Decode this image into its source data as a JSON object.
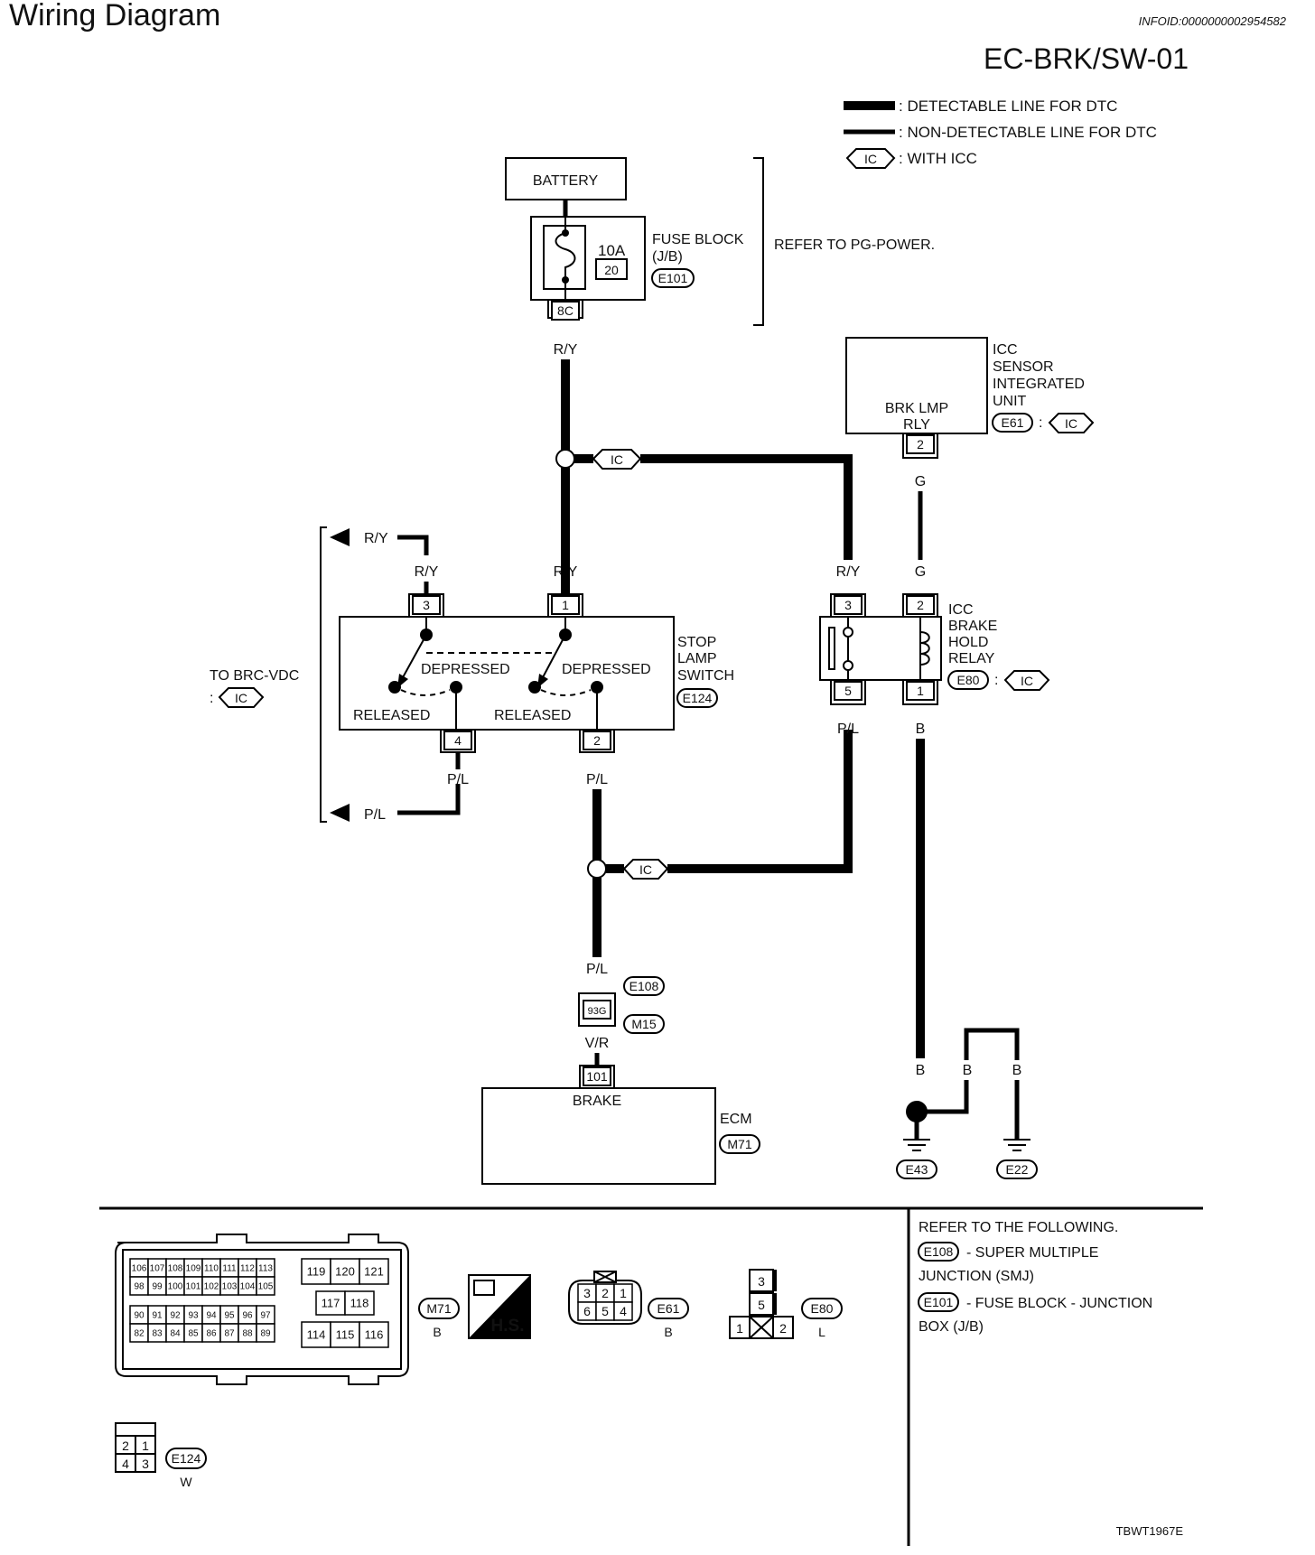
{
  "header": {
    "title": "Wiring Diagram",
    "info_id": "INFOID:0000000002954582",
    "diagram_code": "EC-BRK/SW-01"
  },
  "legend": {
    "detectable": ": DETECTABLE LINE FOR DTC",
    "non_detectable": ": NON-DETECTABLE LINE FOR DTC",
    "with_icc": ": WITH ICC"
  },
  "ic_tag": "IC",
  "battery": {
    "label": "BATTERY"
  },
  "fuse": {
    "rating": "10A",
    "number": "20",
    "block_label_1": "FUSE BLOCK",
    "block_label_2": "(J/B)",
    "connector": "E101",
    "terminal": "8C",
    "refer": "REFER TO PG-POWER."
  },
  "icc_sensor": {
    "name_1": "ICC",
    "name_2": "SENSOR",
    "name_3": "INTEGRATED",
    "name_4": "UNIT",
    "pin_label_1": "BRK LMP",
    "pin_label_2": "RLY",
    "connector": "E61",
    "terminal": "2"
  },
  "stop_lamp_switch": {
    "name_1": "STOP",
    "name_2": "LAMP",
    "name_3": "SWITCH",
    "connector": "E124",
    "depressed": "DEPRESSED",
    "released": "RELEASED",
    "terminals": [
      "3",
      "1",
      "4",
      "2"
    ]
  },
  "relay": {
    "name_1": "ICC",
    "name_2": "BRAKE",
    "name_3": "HOLD",
    "name_4": "RELAY",
    "connector": "E80",
    "terminals": [
      "3",
      "2",
      "5",
      "1"
    ]
  },
  "to_brc": {
    "label": "TO BRC-VDC",
    "colon": ":"
  },
  "wires": {
    "ry": "R/Y",
    "pl": "P/L",
    "g": "G",
    "b": "B",
    "vr": "V/R"
  },
  "junction": {
    "connector_top": "E108",
    "connector_bottom": "M15",
    "terminal": "93G"
  },
  "ecm": {
    "name": "ECM",
    "connector": "M71",
    "terminal": "101",
    "pin_label": "BRAKE"
  },
  "grounds": [
    "E43",
    "E22"
  ],
  "connector_views": {
    "m71": {
      "label": "M71",
      "color": "B",
      "row1": [
        "106",
        "107",
        "108",
        "109",
        "110",
        "111",
        "112",
        "113"
      ],
      "row2": [
        "98",
        "99",
        "100",
        "101",
        "102",
        "103",
        "104",
        "105"
      ],
      "row3": [
        "90",
        "91",
        "92",
        "93",
        "94",
        "95",
        "96",
        "97"
      ],
      "row4": [
        "82",
        "83",
        "84",
        "85",
        "86",
        "87",
        "88",
        "89"
      ],
      "right_top": [
        "119",
        "120",
        "121"
      ],
      "right_mid": [
        "117",
        "118"
      ],
      "right_bot": [
        "114",
        "115",
        "116"
      ]
    },
    "hs": "H.S.",
    "e61": {
      "label": "E61",
      "color": "B",
      "top": [
        "3",
        "2",
        "1"
      ],
      "bottom": [
        "6",
        "5",
        "4"
      ]
    },
    "e80": {
      "label": "E80",
      "color": "L",
      "cells": [
        "3",
        "5",
        "1",
        "2"
      ]
    },
    "e124": {
      "label": "E124",
      "color": "W",
      "cells": [
        "2",
        "1",
        "4",
        "3"
      ]
    }
  },
  "refer_following": {
    "heading": "REFER TO THE FOLLOWING.",
    "item1_code": "E108",
    "item1_text_1": "- SUPER MULTIPLE",
    "item1_text_2": "JUNCTION (SMJ)",
    "item2_code": "E101",
    "item2_text_1": "- FUSE BLOCK - JUNCTION",
    "item2_text_2": "BOX (J/B)"
  },
  "footer_code": "TBWT1967E"
}
